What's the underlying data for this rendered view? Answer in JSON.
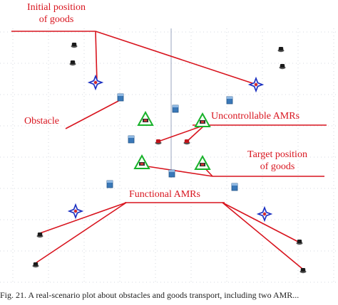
{
  "figure": {
    "labels": {
      "initial_position": [
        "Initial position",
        "of goods"
      ],
      "obstacle": "Obstacle",
      "uncontrollable_amrs": "Uncontrollable AMRs",
      "target_position": [
        "Target position",
        "of goods"
      ],
      "functional_amrs": "Functional AMRs"
    },
    "caption": "Fig. 21.   A real-scenario plot about obstacles and goods transport, including two AMR...",
    "colors": {
      "annotation": "#d8141e",
      "goods_marker": "#1a2fc0",
      "target_marker": "#17b12a",
      "obstacle": "#3a78b8",
      "amr_functional": "#1a1a1a",
      "amr_uncontrollable": "#c0141a",
      "grid": "#c9ced6"
    },
    "icons": [
      "goods-star-icon",
      "target-triangle-icon",
      "obstacle-box-icon",
      "amr-robot-icon"
    ]
  }
}
